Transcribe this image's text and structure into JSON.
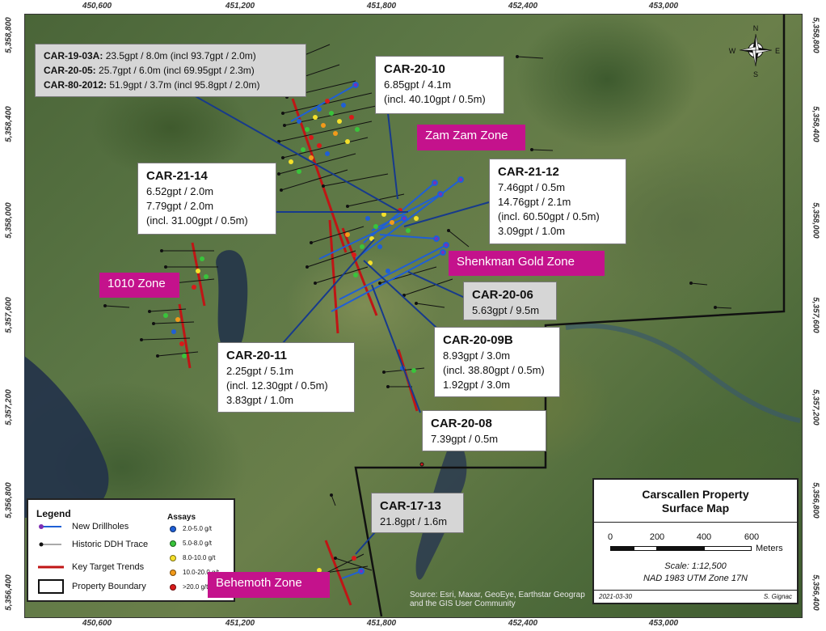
{
  "grid": {
    "x_ticks": [
      "450,600",
      "451,200",
      "451,800",
      "452,400",
      "453,000"
    ],
    "y_ticks": [
      "5,358,800",
      "5,358,400",
      "5,358,000",
      "5,357,600",
      "5,357,200",
      "5,356,800",
      "5,356,400"
    ]
  },
  "callouts": {
    "car19": {
      "lines": [
        {
          "bold": "CAR-19-03A:",
          "text": " 23.5gpt / 8.0m (incl 93.7gpt / 2.0m)"
        },
        {
          "bold": "CAR-20-05:",
          "text": " 25.7gpt / 6.0m (incl  69.95gpt / 2.3m)"
        },
        {
          "bold": "CAR-80-2012:",
          "text": " 51.9gpt / 3.7m (incl 95.8gpt / 2.0m)"
        }
      ]
    },
    "car2010": {
      "title": "CAR-20-10",
      "lines": [
        "6.85gpt / 4.1m",
        "(incl. 40.10gpt / 0.5m)"
      ]
    },
    "car2114": {
      "title": "CAR-21-14",
      "lines": [
        "6.52gpt / 2.0m",
        "7.79gpt / 2.0m",
        "(incl. 31.00gpt / 0.5m)"
      ]
    },
    "car2112": {
      "title": "CAR-21-12",
      "lines": [
        "7.46gpt / 0.5m",
        "14.76gpt / 2.1m",
        "(incl. 60.50gpt / 0.5m)",
        "3.09gpt / 1.0m"
      ]
    },
    "car2006": {
      "title": "CAR-20-06",
      "lines": [
        "5.63gpt / 9.5m"
      ]
    },
    "car2011": {
      "title": "CAR-20-11",
      "lines": [
        "2.25gpt / 5.1m",
        "(incl. 12.30gpt / 0.5m)",
        "3.83gpt / 1.0m"
      ]
    },
    "car2009b": {
      "title": "CAR-20-09B",
      "lines": [
        "8.93gpt / 3.0m",
        "(incl. 38.80gpt / 0.5m)",
        "1.92gpt / 3.0m"
      ]
    },
    "car2008": {
      "title": "CAR-20-08",
      "lines": [
        "7.39gpt / 0.5m"
      ]
    },
    "car1713": {
      "title": "CAR-17-13",
      "lines": [
        "21.8gpt / 1.6m"
      ]
    }
  },
  "zones": {
    "zamzam": "Zam Zam Zone",
    "shenkman": "Shenkman Gold Zone",
    "z1010": "1010 Zone",
    "behemoth": "Behemoth Zone"
  },
  "legend": {
    "title": "Legend",
    "items": [
      "New Drillholes",
      "Historic DDH Trace",
      "Key Target Trends",
      "Property Boundary"
    ],
    "assays_title": "Assays",
    "assays": [
      {
        "label": "2.0-5.0 g/t",
        "color": "#1f5fd6"
      },
      {
        "label": "5.0-8.0 g/t",
        "color": "#39c43b"
      },
      {
        "label": "8.0-10.0 g/t",
        "color": "#f5e02a"
      },
      {
        "label": "10.0-20.0 g/t",
        "color": "#f29a1a"
      },
      {
        "label": ">20.0 g/t",
        "color": "#d91a1a"
      }
    ]
  },
  "scalebox": {
    "title1": "Carscallen Property",
    "title2": "Surface Map",
    "ticks": [
      "0",
      "200",
      "400",
      "600"
    ],
    "units": "Meters",
    "scale": "Scale: 1:12,500",
    "nad": "NAD 1983 UTM Zone 17N",
    "date": "2021-03-30",
    "author": "S. Gignac"
  },
  "compass": {
    "n": "N",
    "s": "S",
    "e": "E",
    "w": "W"
  },
  "source": [
    "Source: Esri, Maxar, GeoEye, Earthstar Geograp",
    "and the GIS User Community"
  ],
  "colors": {
    "zone": "#c4128c",
    "new_drill": "#1f5fd6",
    "trend": "#c01515",
    "boundary": "#111111",
    "leader": "#173a8c"
  }
}
